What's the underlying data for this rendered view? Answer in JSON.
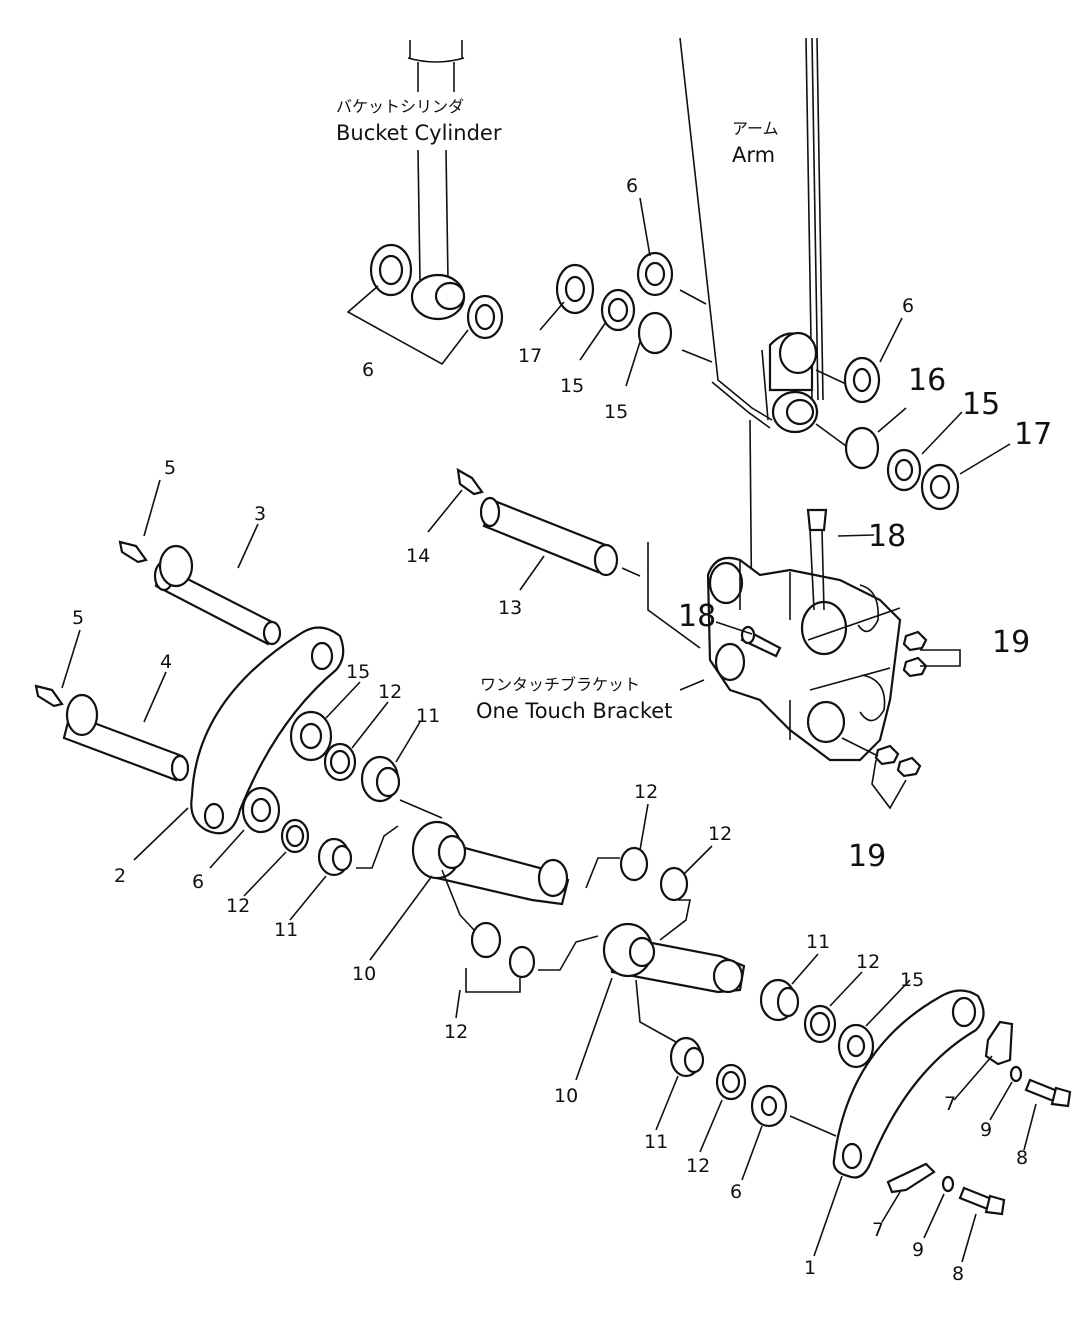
{
  "labels": {
    "bucket_cylinder_jp": "バケットシリンダ",
    "bucket_cylinder_en": "Bucket Cylinder",
    "arm_jp": "アーム",
    "arm_en": "Arm",
    "bracket_jp": "ワンタッチブラケット",
    "bracket_en": "One Touch Bracket"
  },
  "callouts": {
    "c1": "1",
    "c2": "2",
    "c3": "3",
    "c4": "4",
    "c5a": "5",
    "c5b": "5",
    "c6a": "6",
    "c6b": "6",
    "c6c": "6",
    "c6d": "6",
    "c6e": "6",
    "c7a": "7",
    "c7b": "7",
    "c8a": "8",
    "c8b": "8",
    "c9a": "9",
    "c9b": "9",
    "c10a": "10",
    "c10b": "10",
    "c11a": "11",
    "c11b": "11",
    "c11c": "11",
    "c11d": "11",
    "c12a": "12",
    "c12b": "12",
    "c12c": "12",
    "c12d": "12",
    "c12e": "12",
    "c12f": "12",
    "c12g": "12",
    "c13": "13",
    "c14": "14",
    "c15a": "15",
    "c15b": "15",
    "c15c": "15",
    "c15d": "15",
    "c15e": "15",
    "c16": "16",
    "c17a": "17",
    "c17b": "17",
    "c18a": "18",
    "c18b": "18",
    "c19a": "19",
    "c19b": "19"
  }
}
